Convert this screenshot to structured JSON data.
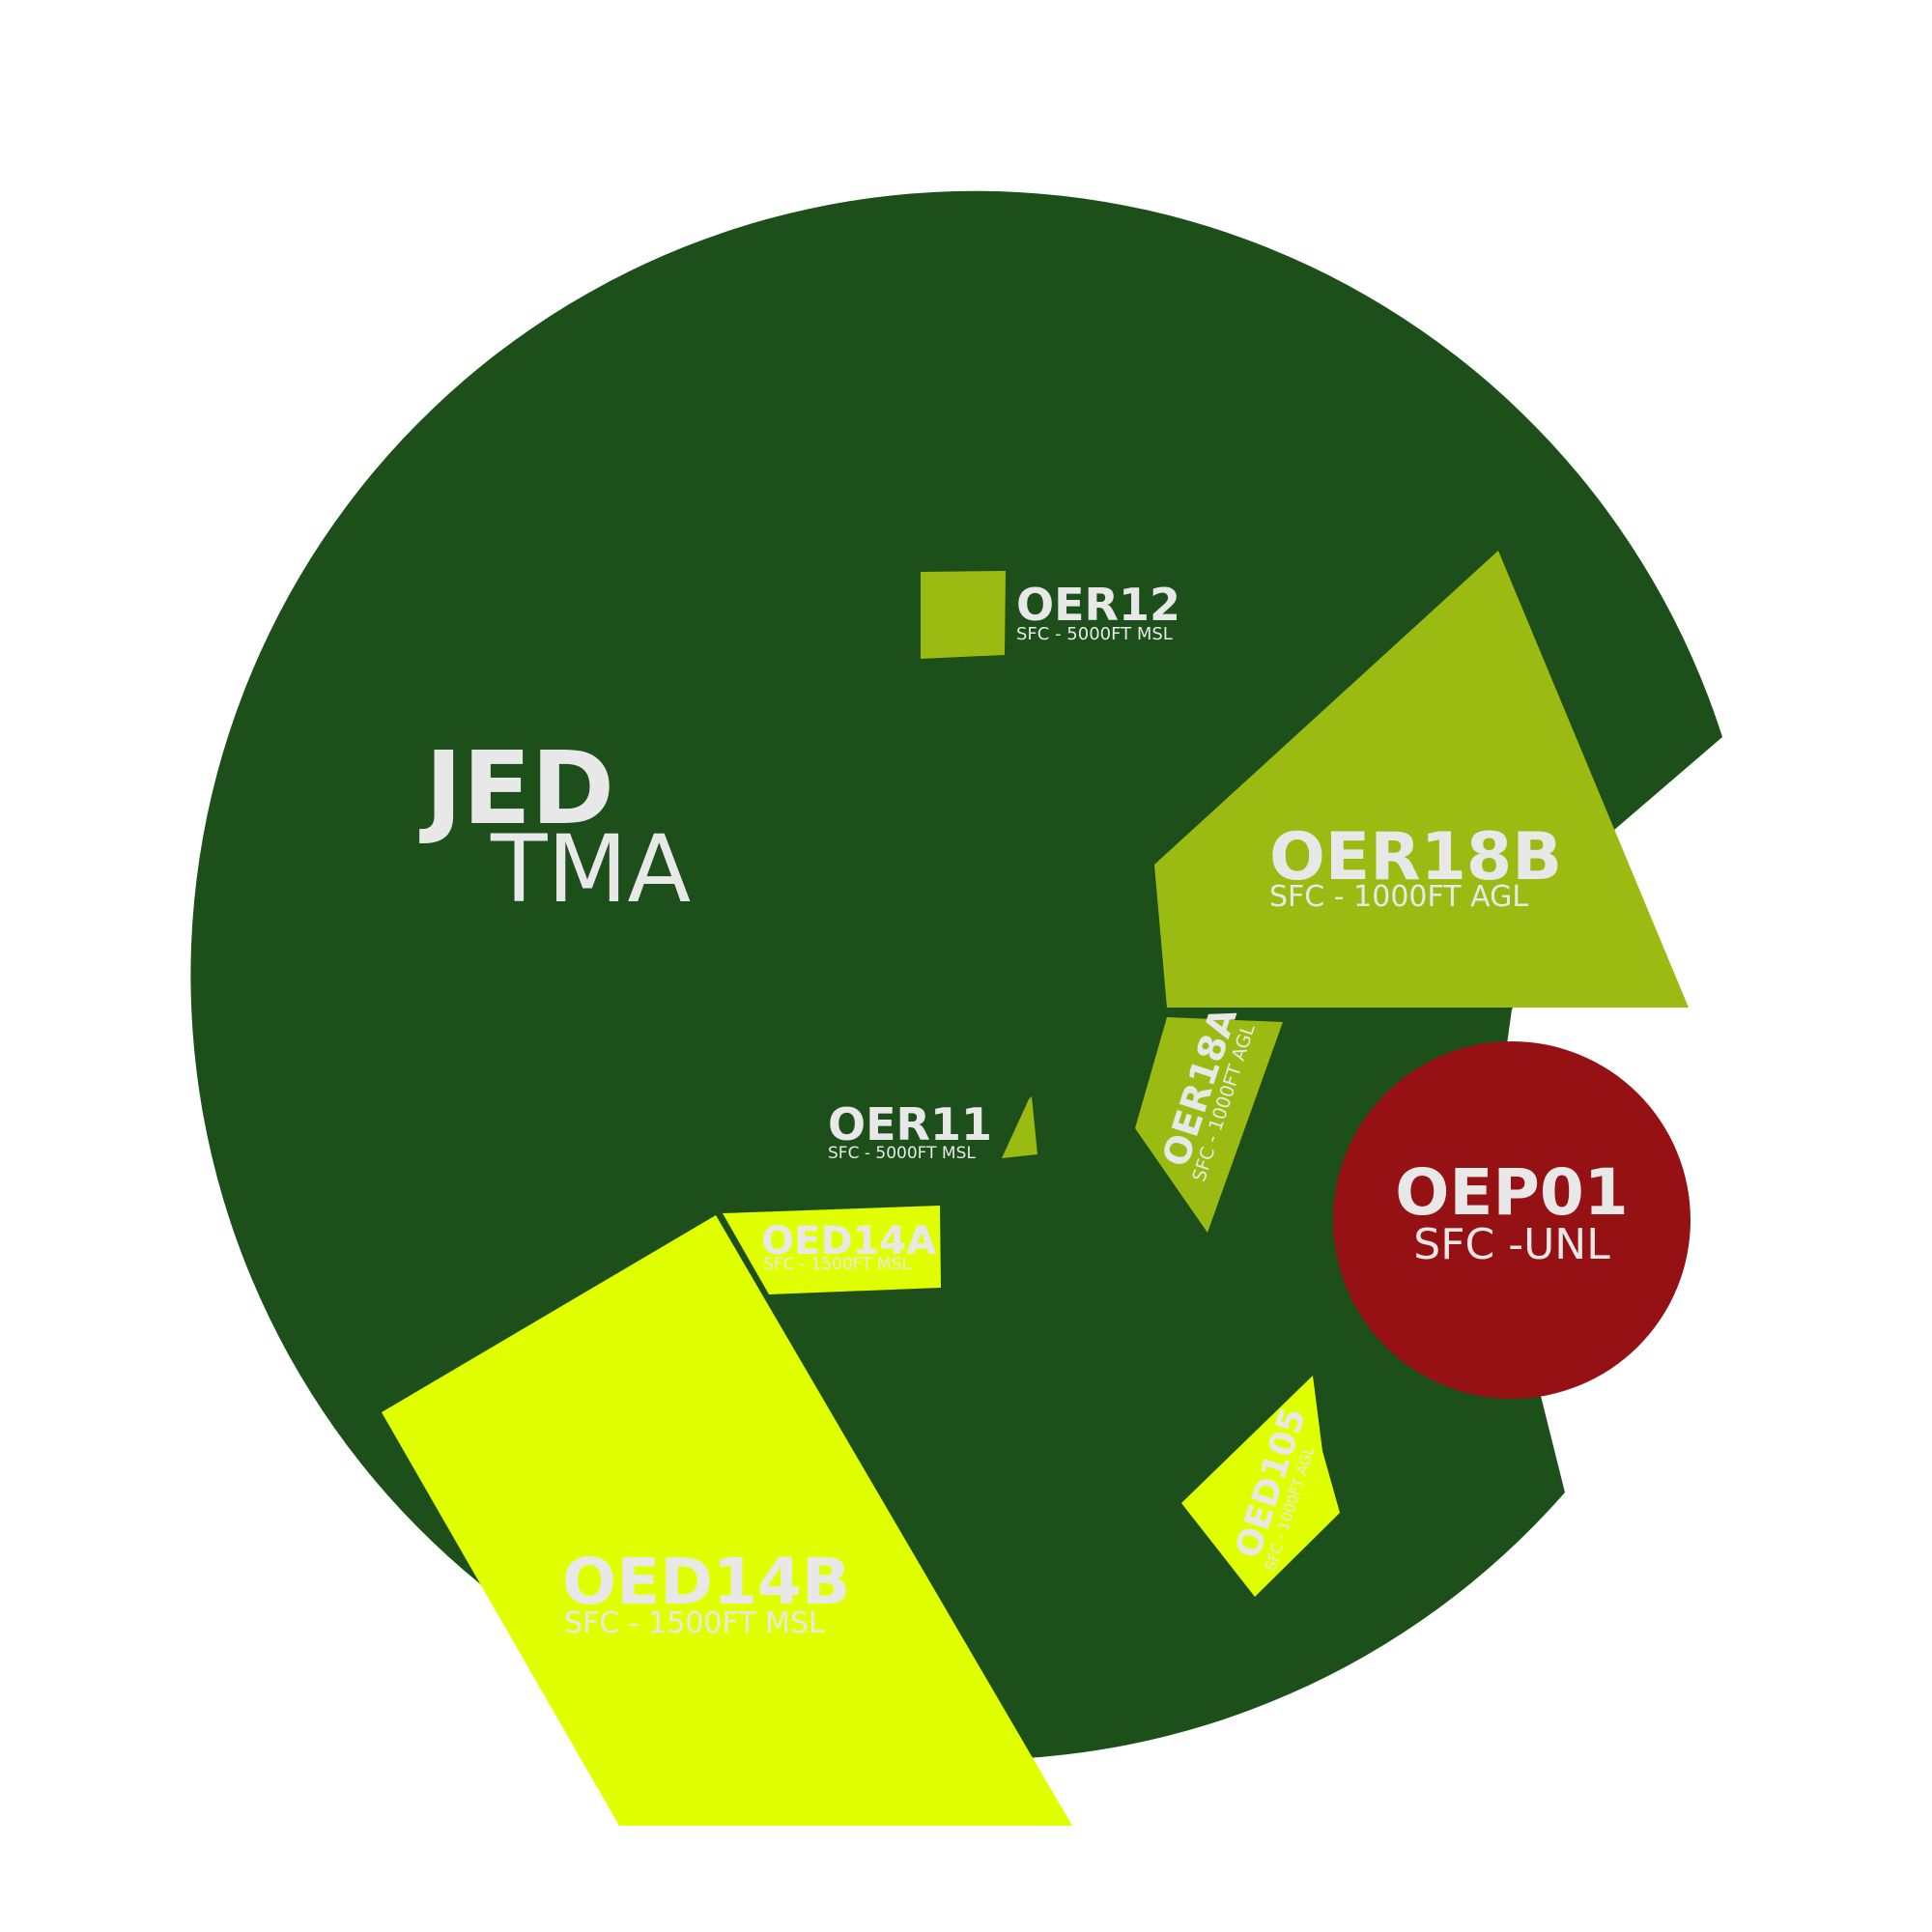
{
  "colors": {
    "tma": "#1c4f1a",
    "restricted": "#9bbb12",
    "danger": "#e0ff00",
    "prohibited": "#951114",
    "label": "#e8e8e8",
    "background": "#ffffff"
  },
  "tma": {
    "name": "JED",
    "type": "TMA"
  },
  "zones": {
    "oer12": {
      "name": "OER12",
      "limits": "SFC - 5000FT MSL"
    },
    "oer18b": {
      "name": "OER18B",
      "limits": "SFC - 1000FT AGL"
    },
    "oer18a": {
      "name": "OER18A",
      "limits": "SFC - 1000FT AGL"
    },
    "oer11": {
      "name": "OER11",
      "limits": "SFC - 5000FT MSL"
    },
    "oed14a": {
      "name": "OED14A",
      "limits": "SFC - 1500FT MSL"
    },
    "oed14b": {
      "name": "OED14B",
      "limits": "SFC - 1500FT MSL"
    },
    "oep01": {
      "name": "OEP01",
      "limits": "SFC -UNL"
    },
    "oed105": {
      "name": "OED105",
      "limits": "SFC - 1000FT AGL"
    }
  }
}
